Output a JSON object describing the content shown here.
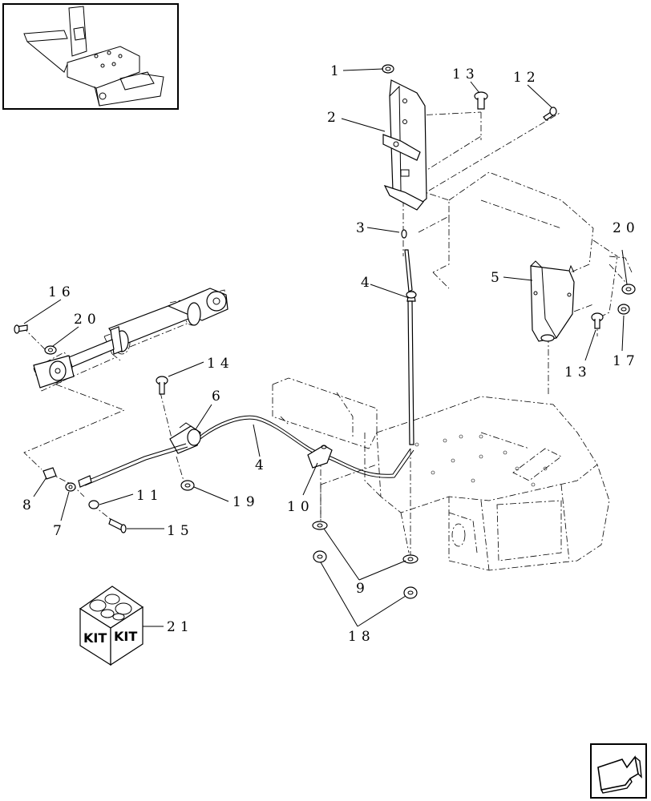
{
  "callouts": [
    {
      "id": "c1",
      "text": "1"
    },
    {
      "id": "c2",
      "text": "2"
    },
    {
      "id": "c3",
      "text": "3"
    },
    {
      "id": "c4a",
      "text": "4"
    },
    {
      "id": "c4b",
      "text": "4"
    },
    {
      "id": "c5",
      "text": "5"
    },
    {
      "id": "c6",
      "text": "6"
    },
    {
      "id": "c7",
      "text": "7"
    },
    {
      "id": "c8",
      "text": "8"
    },
    {
      "id": "c9",
      "text": "9"
    },
    {
      "id": "c10",
      "text": "10"
    },
    {
      "id": "c11",
      "text": "11"
    },
    {
      "id": "c12",
      "text": "12"
    },
    {
      "id": "c13a",
      "text": "13"
    },
    {
      "id": "c13b",
      "text": "13"
    },
    {
      "id": "c14",
      "text": "14"
    },
    {
      "id": "c15",
      "text": "15"
    },
    {
      "id": "c16",
      "text": "16"
    },
    {
      "id": "c17",
      "text": "17"
    },
    {
      "id": "c18",
      "text": "18"
    },
    {
      "id": "c19",
      "text": "19"
    },
    {
      "id": "c20a",
      "text": "20"
    },
    {
      "id": "c20b",
      "text": "20"
    },
    {
      "id": "c21",
      "text": "21"
    }
  ],
  "kit": {
    "left": "KIT",
    "right": "KIT"
  },
  "icons": {
    "nav": "next-page-arrow-icon",
    "thumbnail": "tractor-location-thumbnail"
  }
}
